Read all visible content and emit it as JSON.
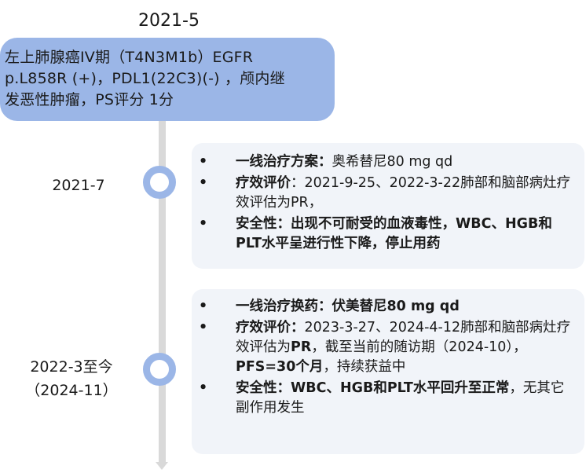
{
  "top": {
    "date": "2021-5",
    "diagnosis_line1": "左上肺腺癌IV期（T4N3M1b）EGFR",
    "diagnosis_line2": "p.L858R (+)，PDL1(22C3)(-) ，颅内继",
    "diagnosis_line3": "发恶性肿瘤，PS评分 1分"
  },
  "colors": {
    "node": "#9bb6e7",
    "axis": "#d9d9d9",
    "card": "#f1f4f9"
  },
  "stage1": {
    "date": "2021-7",
    "bullet": "•",
    "item1_label": "一线治疗方案：",
    "item1_text": "奥希替尼80 mg qd",
    "item2_label": "疗效评价",
    "item2_text": "：2021-9-25、2022-3-22肺部和脑部病灶疗效评估为PR，",
    "item3_text": "安全性：出现不可耐受的血液毒性，WBC、HGB和PLT水平呈进行性下降，停止用药"
  },
  "stage2": {
    "date_line1": "2022-3至今",
    "date_line2": "（2024-11）",
    "bullet": "•",
    "item1_text": "一线治疗换药：伏美替尼80 mg qd",
    "item2_label": "疗效评价：",
    "item2_text_a": "2023-3-27、2024-4-12肺部和脑部病灶疗效评估为",
    "item2_pr": "PR",
    "item2_text_b": "，截至当前的随访期（2024-10），",
    "item2_pfs": "PFS=30个月",
    "item2_text_c": "，持续获益中",
    "item3_label": "安全性：WBC、HGB和PLT水平回升至正常",
    "item3_text": "，无其它副作用发生"
  }
}
